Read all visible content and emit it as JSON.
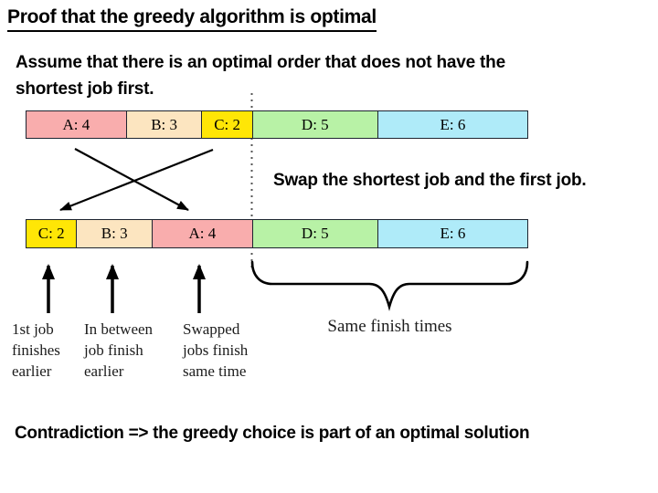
{
  "title": "Proof that the greedy algorithm is optimal",
  "assumption_text": "Assume that there is an optimal order that does not have the\nshortest job first.",
  "swap_note": "Swap the shortest job and the first job.",
  "conclusion": "Contradiction => the greedy choice is part of an optimal solution",
  "colors": {
    "job_a": "#F9ADAD",
    "job_b": "#FCE5C0",
    "job_c": "#FFE606",
    "job_d": "#B8F2A6",
    "job_e": "#AFEBF9",
    "bar_border": "#1d2430",
    "arrow": "#000000"
  },
  "bars": {
    "original_order": [
      {
        "id": "A",
        "label": "A: 4",
        "duration": 4,
        "color": "#F9ADAD"
      },
      {
        "id": "B",
        "label": "B: 3",
        "duration": 3,
        "color": "#FCE5C0"
      },
      {
        "id": "C",
        "label": "C: 2",
        "duration": 2,
        "color": "#FFE606"
      },
      {
        "id": "D",
        "label": "D: 5",
        "duration": 5,
        "color": "#B8F2A6"
      },
      {
        "id": "E",
        "label": "E: 6",
        "duration": 6,
        "color": "#AFEBF9"
      }
    ],
    "swapped_order": [
      {
        "id": "C",
        "label": "C: 2",
        "duration": 2,
        "color": "#FFE606"
      },
      {
        "id": "B",
        "label": "B: 3",
        "duration": 3,
        "color": "#FCE5C0"
      },
      {
        "id": "A",
        "label": "A: 4",
        "duration": 4,
        "color": "#F9ADAD"
      },
      {
        "id": "D",
        "label": "D: 5",
        "duration": 5,
        "color": "#B8F2A6"
      },
      {
        "id": "E",
        "label": "E: 6",
        "duration": 6,
        "color": "#AFEBF9"
      }
    ]
  },
  "annotations": {
    "arrow_labels": [
      "1st job\nfinishes\nearlier",
      "In between\njob finish\nearlier",
      "Swapped\njobs finish\nsame time"
    ],
    "brace_label": "Same finish times"
  }
}
